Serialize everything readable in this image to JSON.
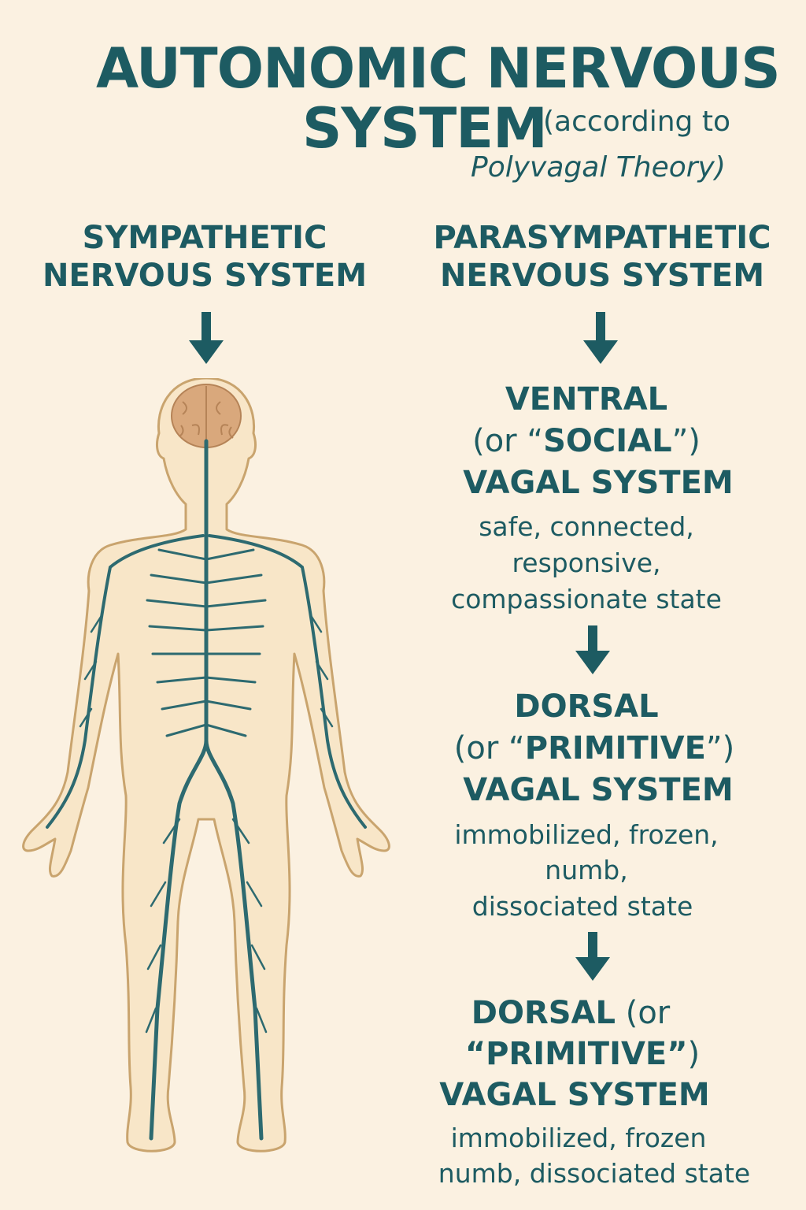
{
  "title": {
    "line1": "AUTONOMIC NERVOUS",
    "line2": "SYSTEM",
    "sub1": "(according to",
    "sub2": "Polyvagal Theory)"
  },
  "left": {
    "heading1": "SYMPATHETIC",
    "heading2": "NERVOUS SYSTEM"
  },
  "right": {
    "heading1": "PARASYMPATHETIC",
    "heading2": "NERVOUS SYSTEM",
    "ventral": {
      "name": "VENTRAL",
      "paren_open": "(or “",
      "alias": "SOCIAL",
      "paren_close": "”)",
      "system": "VAGAL SYSTEM",
      "desc1": "safe, connected,",
      "desc2": "responsive,",
      "desc3": "compassionate state"
    },
    "dorsal1": {
      "name": "DORSAL",
      "paren_open": "(or “",
      "alias": "PRIMITIVE",
      "paren_close": "”)",
      "system": "VAGAL SYSTEM",
      "desc1": "immobilized, frozen,",
      "desc2": "numb,",
      "desc3": "dissociated state"
    },
    "dorsal2": {
      "name": "DORSAL",
      "paren_open": " (or",
      "alias": "“PRIMITIVE”",
      "paren_close": ")",
      "system": "VAGAL SYSTEM",
      "desc1": "immobilized, frozen",
      "desc2": "numb, dissociated state"
    }
  },
  "colors": {
    "text": "#1d5b62",
    "background": "#fbf1e1",
    "body_fill": "#f8e6c8",
    "body_outline": "#c9a46e",
    "brain": "#d9a87c",
    "nerves": "#2d6a70"
  }
}
